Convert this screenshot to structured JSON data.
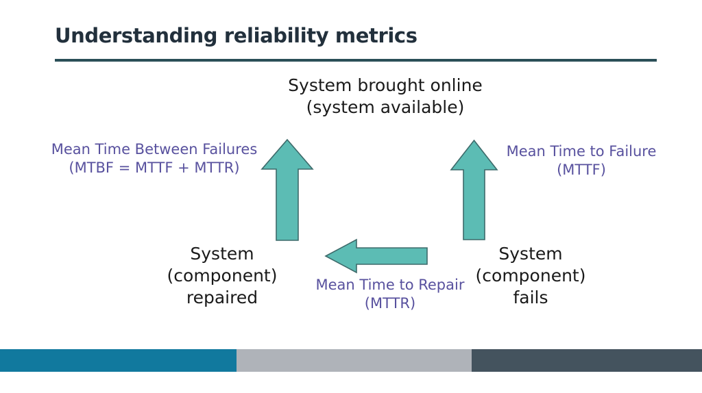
{
  "slide": {
    "title": "Understanding reliability metrics",
    "title_color": "#22303c",
    "rule_color": "#2b4f58",
    "background": "#ffffff"
  },
  "diagram": {
    "type": "state-cycle",
    "accent_arrow_color": "#5cbcb4",
    "arrow_outline_color": "#3d6a6a",
    "metric_label_color": "#58519e",
    "state_label_color": "#1a1a1a",
    "states": [
      {
        "id": "system-online",
        "label": "System brought online\n(system available)",
        "position": "top-center"
      },
      {
        "id": "system-repaired",
        "label": "System\n(component)\nrepaired",
        "position": "bottom-left"
      },
      {
        "id": "system-fails",
        "label": "System\n(component)\nfails",
        "position": "bottom-right"
      }
    ],
    "metrics": [
      {
        "id": "mtbf",
        "label": "Mean Time Between Failures\n(MTBF = MTTF + MTTR)",
        "arrow": "up",
        "position": "left"
      },
      {
        "id": "mttf",
        "label": "Mean Time to Failure\n(MTTF)",
        "arrow": "up",
        "position": "right"
      },
      {
        "id": "mttr",
        "label": "Mean Time to Repair\n(MTTR)",
        "arrow": "left",
        "position": "bottom-center"
      }
    ]
  },
  "footer": {
    "bars": [
      {
        "name": "blue",
        "color": "#11799e"
      },
      {
        "name": "gray",
        "color": "#afb3b9"
      },
      {
        "name": "slate",
        "color": "#44535e"
      }
    ]
  }
}
